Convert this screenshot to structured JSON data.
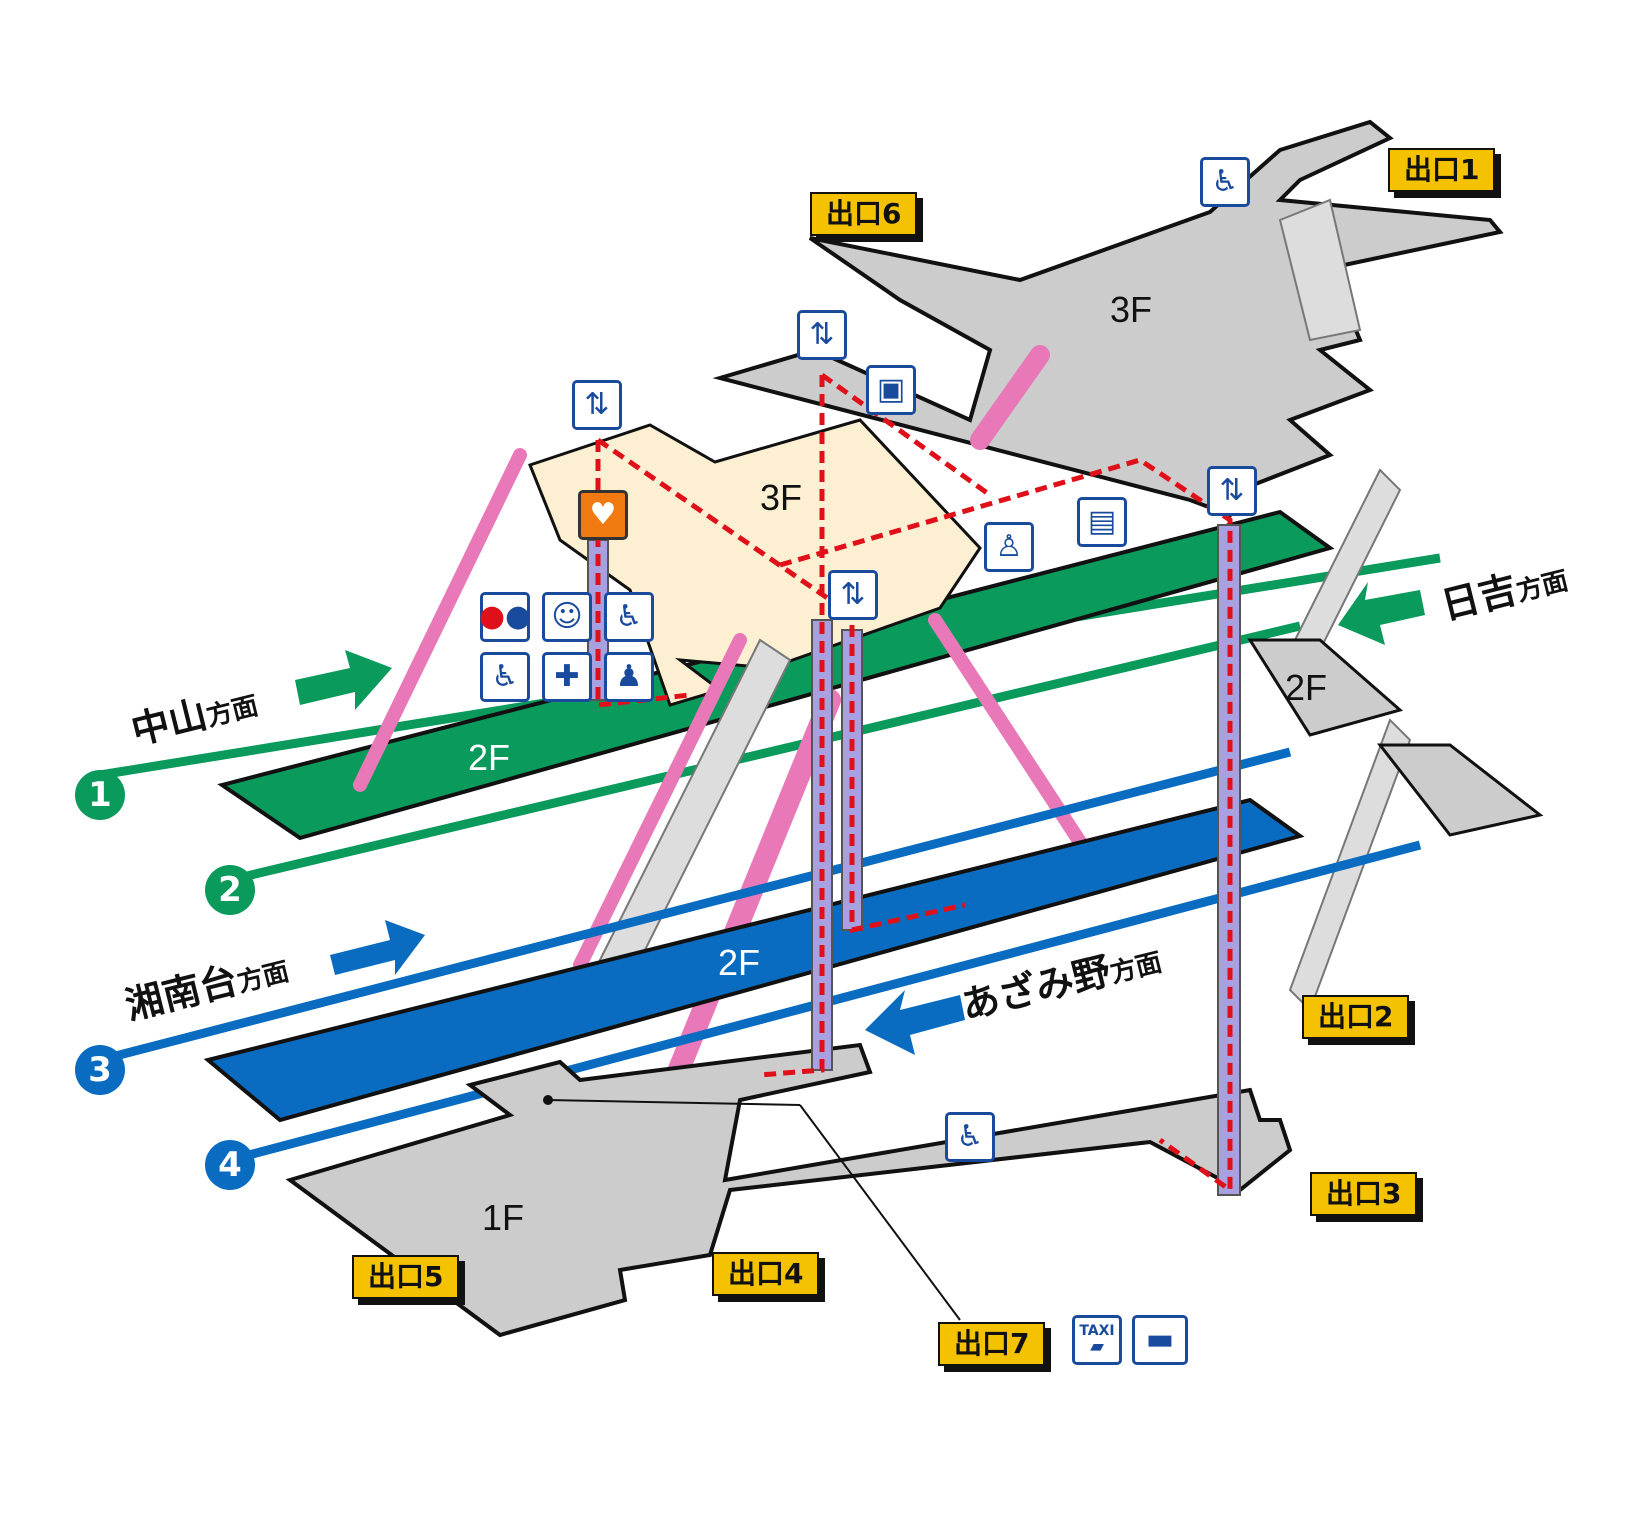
{
  "floors": {
    "upper_3f_gray": "3F",
    "upper_3f_concourse": "3F",
    "platform_12": "2F",
    "platform_34": "2F",
    "right_2f": "2F",
    "ground": "1F"
  },
  "exits": [
    "出口1",
    "出口2",
    "出口3",
    "出口4",
    "出口5",
    "出口6",
    "出口7"
  ],
  "tracks": [
    "1",
    "2",
    "3",
    "4"
  ],
  "directions": {
    "nakayama": {
      "name": "中山",
      "suffix": "方面"
    },
    "hiyoshi": {
      "name": "日吉",
      "suffix": "方面"
    },
    "shonandai": {
      "name": "湘南台",
      "suffix": "方面"
    },
    "azamino": {
      "name": "あざみ野",
      "suffix": "方面"
    }
  },
  "icons": {
    "taxi_label": "TAXI",
    "list": [
      "elevator-icon",
      "aed-icon",
      "restroom-icon",
      "baby-care-icon",
      "ostomate-icon",
      "wheelchair-icon",
      "first-aid-icon",
      "ostomate-toilet-icon",
      "coin-locker-icon",
      "station-staff-icon",
      "ticket-machine-icon",
      "wheelchair-ramp-icon",
      "taxi-icon",
      "bus-icon"
    ]
  },
  "colors": {
    "track_green": "#0a9a5c",
    "track_blue": "#0a6cc0",
    "floor_gray": "#cccccc",
    "concourse": "#fdf0d2",
    "escalator": "#e878b8",
    "exit": "#f5c200",
    "route": "#e0101a",
    "elevator_shaft": "#a8a0e0"
  }
}
